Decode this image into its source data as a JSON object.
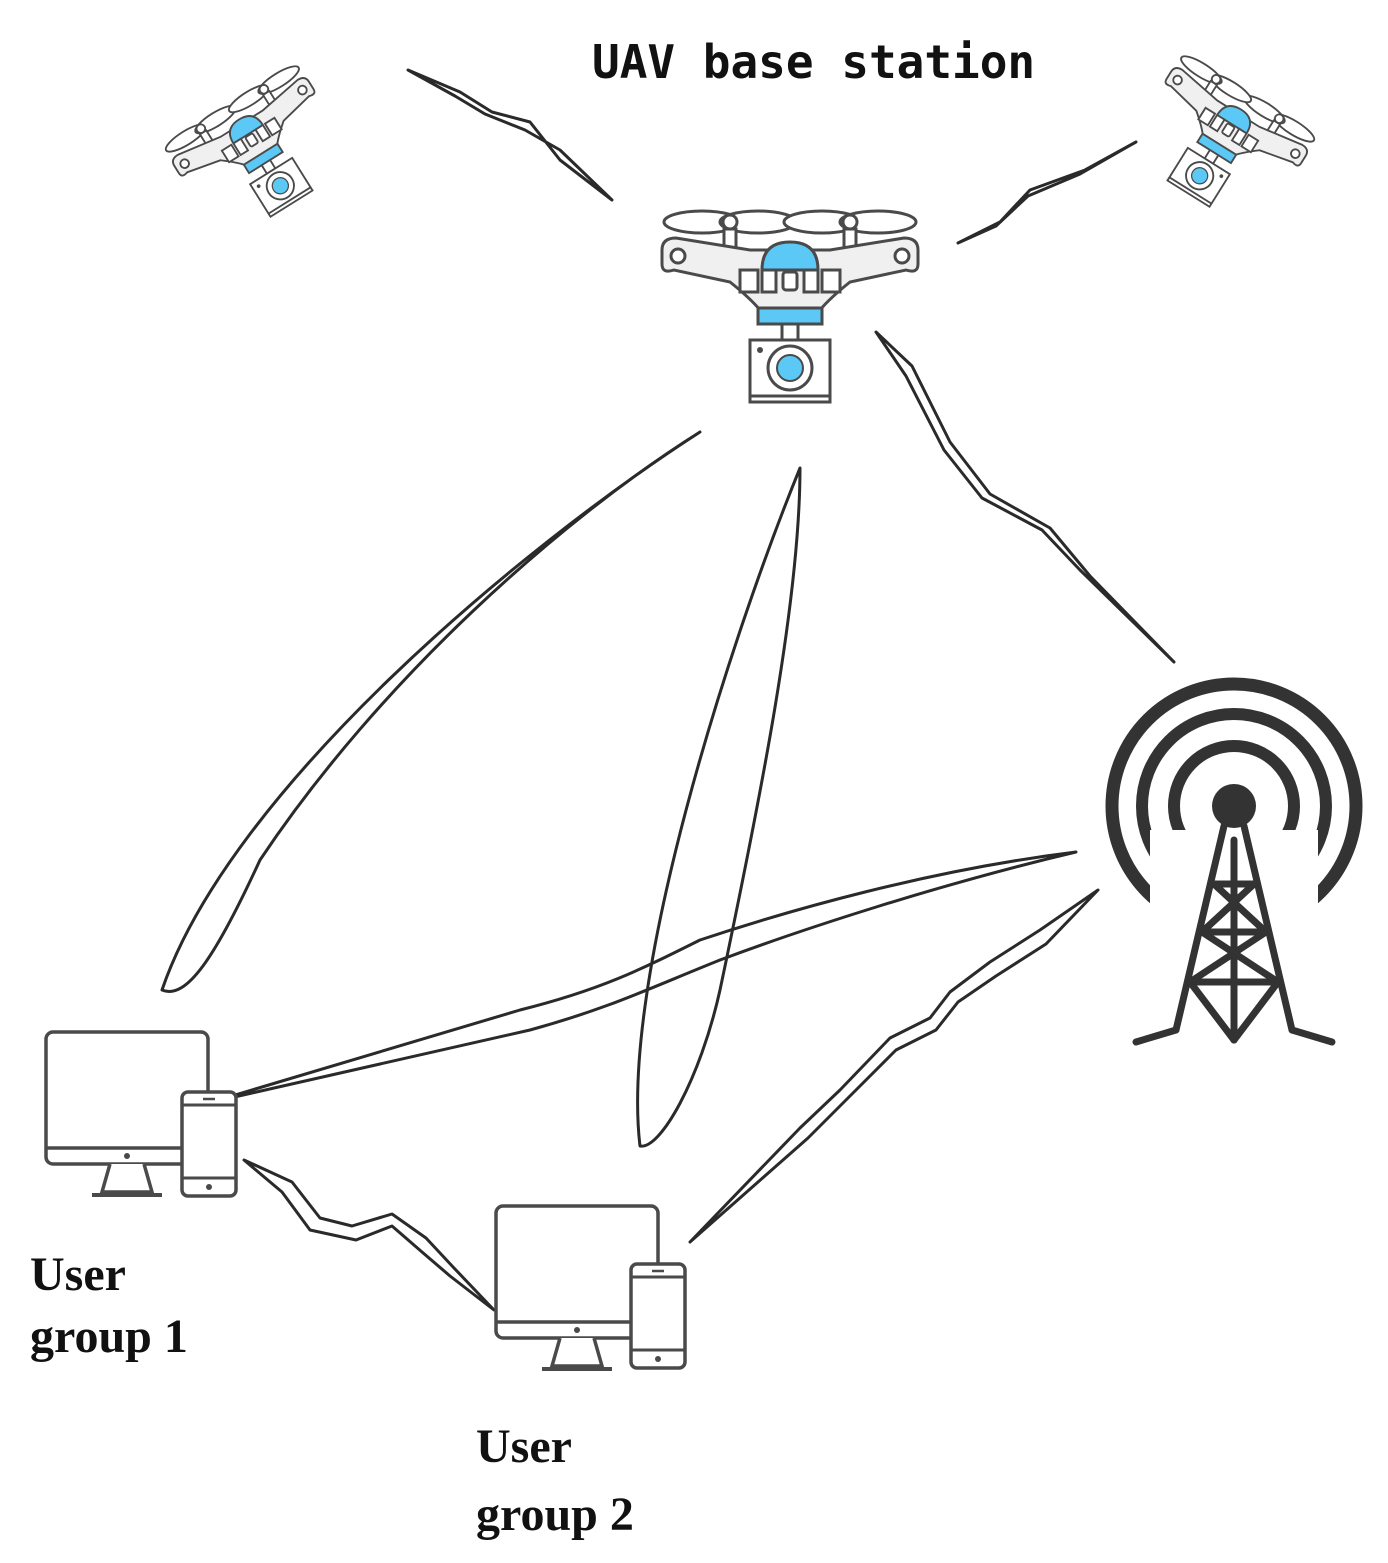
{
  "title": "UAV base station",
  "user_group_1": {
    "line1": "User",
    "line2": "group 1"
  },
  "user_group_2": {
    "line1": "User",
    "line2": "group 2"
  },
  "colors": {
    "drone_accent": "#5bc8f5",
    "line": "#2a2a2a",
    "outline": "#4a4a4a",
    "tower": "#333333"
  },
  "icons": [
    "drone-icon",
    "camera-icon",
    "cell-tower-icon",
    "desktop-monitor-icon",
    "smartphone-icon"
  ]
}
